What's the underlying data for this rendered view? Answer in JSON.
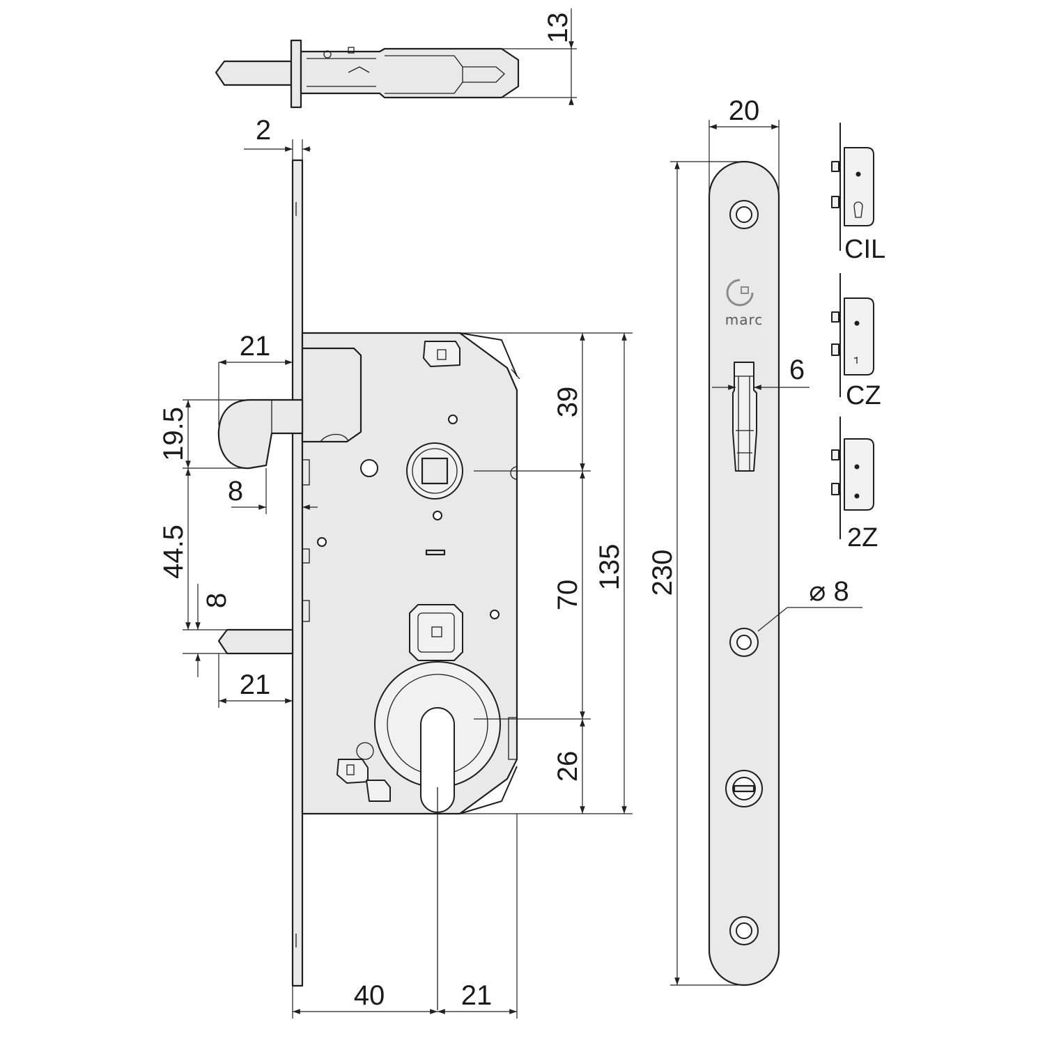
{
  "dimensions": {
    "faceplate_thickness": "2",
    "top_view_thickness": "13",
    "faceplate_width": "20",
    "latch_projection": "21",
    "latch_height": "19.5",
    "latch_offset": "8",
    "latch_to_bolt": "44.5",
    "bolt_height": "8",
    "bolt_projection": "21",
    "top_to_spindle": "39",
    "spindle_to_cylinder": "70",
    "case_height": "135",
    "cylinder_to_bottom": "26",
    "faceplate_length": "230",
    "strike_slot": "6",
    "screw_hole": "⌀ 8",
    "backset": "40",
    "case_depth_rest": "21"
  },
  "logo": {
    "text": "marc"
  },
  "variants": [
    {
      "label": "CIL",
      "icon": "cylinder-keyhole-icon"
    },
    {
      "label": "CZ",
      "icon": "bit-key-icon"
    },
    {
      "label": "2Z",
      "icon": "double-spindle-icon"
    }
  ]
}
